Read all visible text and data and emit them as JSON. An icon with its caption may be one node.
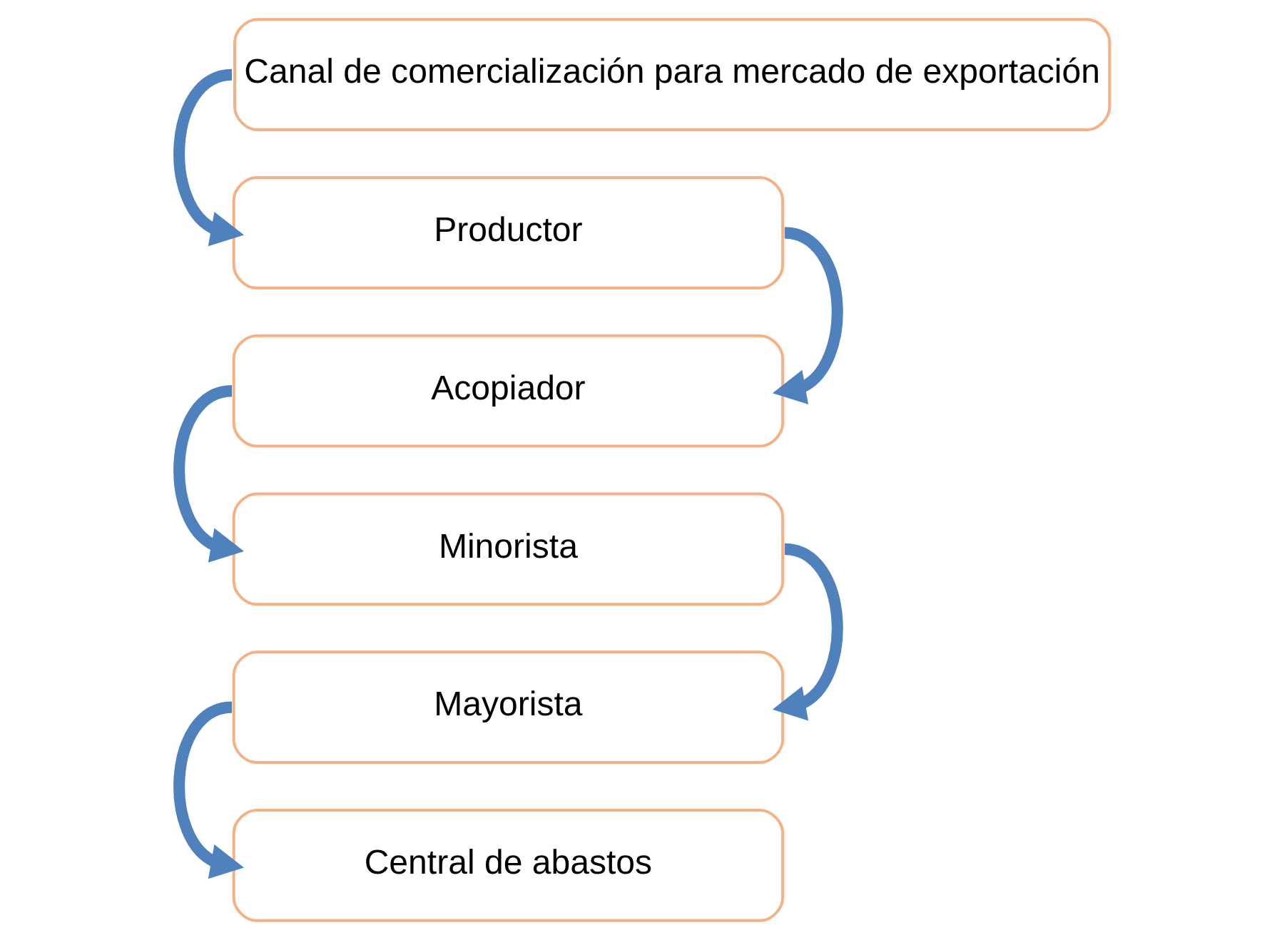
{
  "diagram": {
    "nodes": [
      {
        "text": [
          "Canal de comercialización para mercado de exportación"
        ]
      },
      {
        "text": [
          "Productor"
        ]
      },
      {
        "text": [
          "Acopiador"
        ]
      },
      {
        "text": [
          "Minorista"
        ]
      },
      {
        "text": [
          "Mayorista"
        ]
      },
      {
        "text": [
          "Central de abastos"
        ]
      }
    ],
    "edges": [
      {
        "from": 0,
        "to": 1,
        "arrow": "to"
      },
      {
        "from": 1,
        "to": 2,
        "arrow": "to"
      },
      {
        "from": 2,
        "to": 3,
        "arrow": "to"
      },
      {
        "from": 3,
        "to": 4,
        "arrow": "to"
      },
      {
        "from": 4,
        "to": 5,
        "arrow": "to"
      }
    ]
  }
}
